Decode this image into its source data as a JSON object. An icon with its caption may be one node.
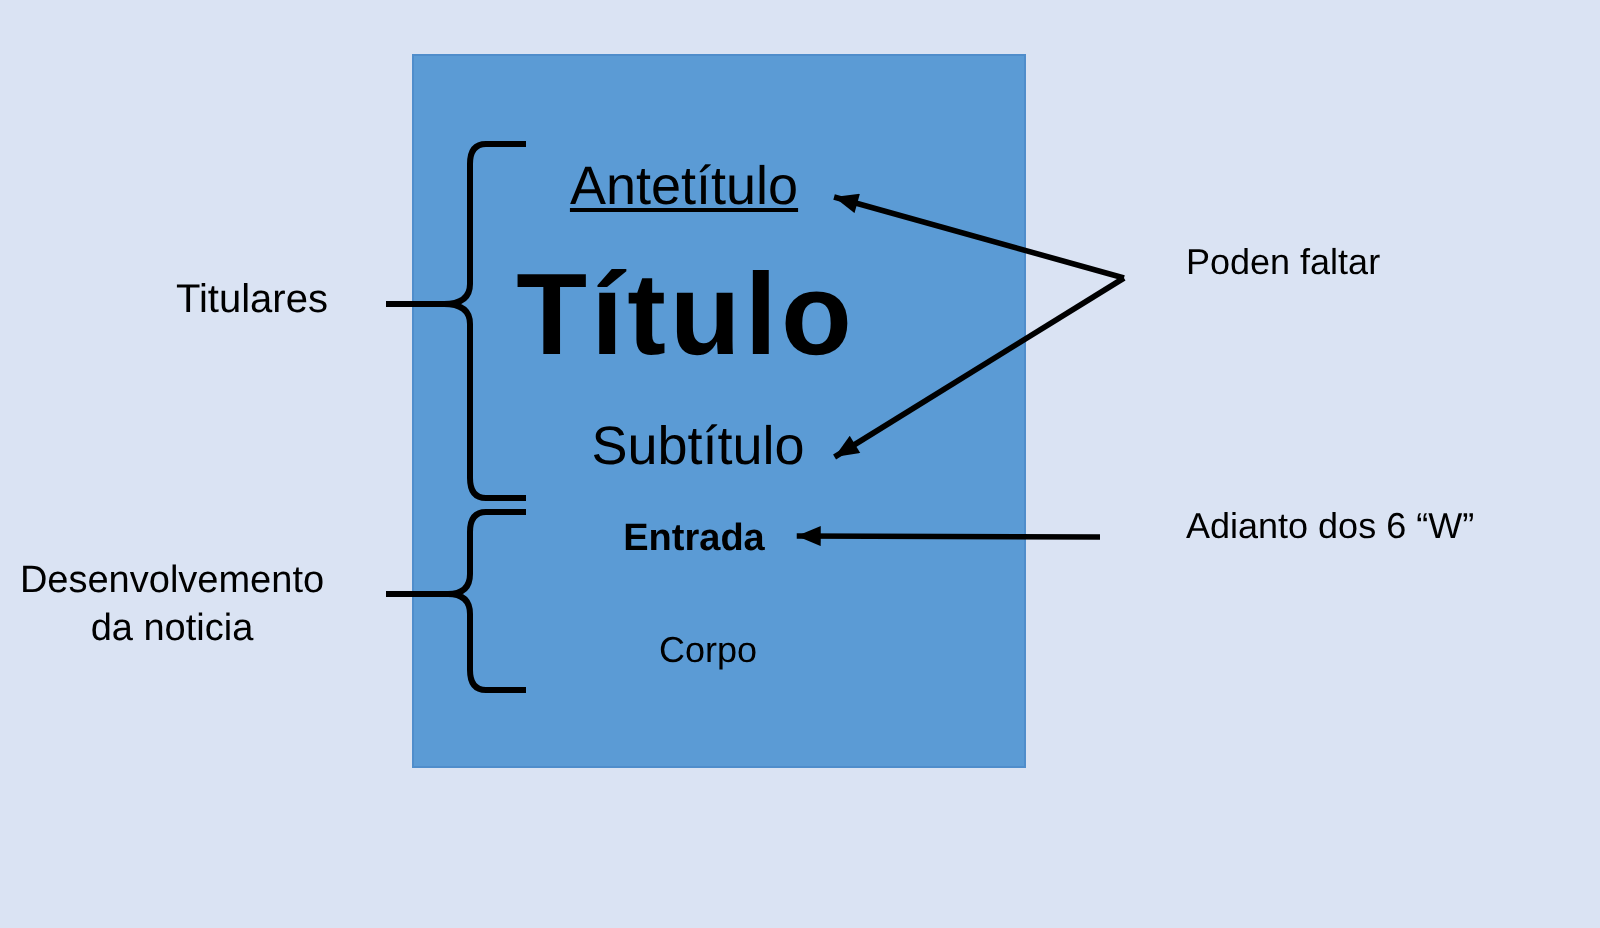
{
  "diagram": {
    "nodes": [
      {
        "text": [],
        "shape": "box"
      },
      {
        "text": [
          "Antetítulo"
        ],
        "in": 0
      },
      {
        "text": [
          "Título"
        ],
        "in": 0
      },
      {
        "text": [
          "Subtítulo"
        ],
        "in": 0
      },
      {
        "text": [
          "Entrada"
        ],
        "in": 0
      },
      {
        "text": [
          "Corpo"
        ],
        "in": 0
      },
      {
        "text": [
          "Poden faltar"
        ]
      },
      {
        "text": [
          "Adianto dos 6 “W”"
        ]
      }
    ],
    "edges": [
      {
        "from": 6,
        "to": 1,
        "arrow": "to"
      },
      {
        "from": 6,
        "to": 3,
        "arrow": "to"
      },
      {
        "from": 7,
        "to": 4,
        "arrow": "to"
      }
    ],
    "labels": [
      "Titulares",
      "Desenvolvemento da noticia"
    ]
  }
}
